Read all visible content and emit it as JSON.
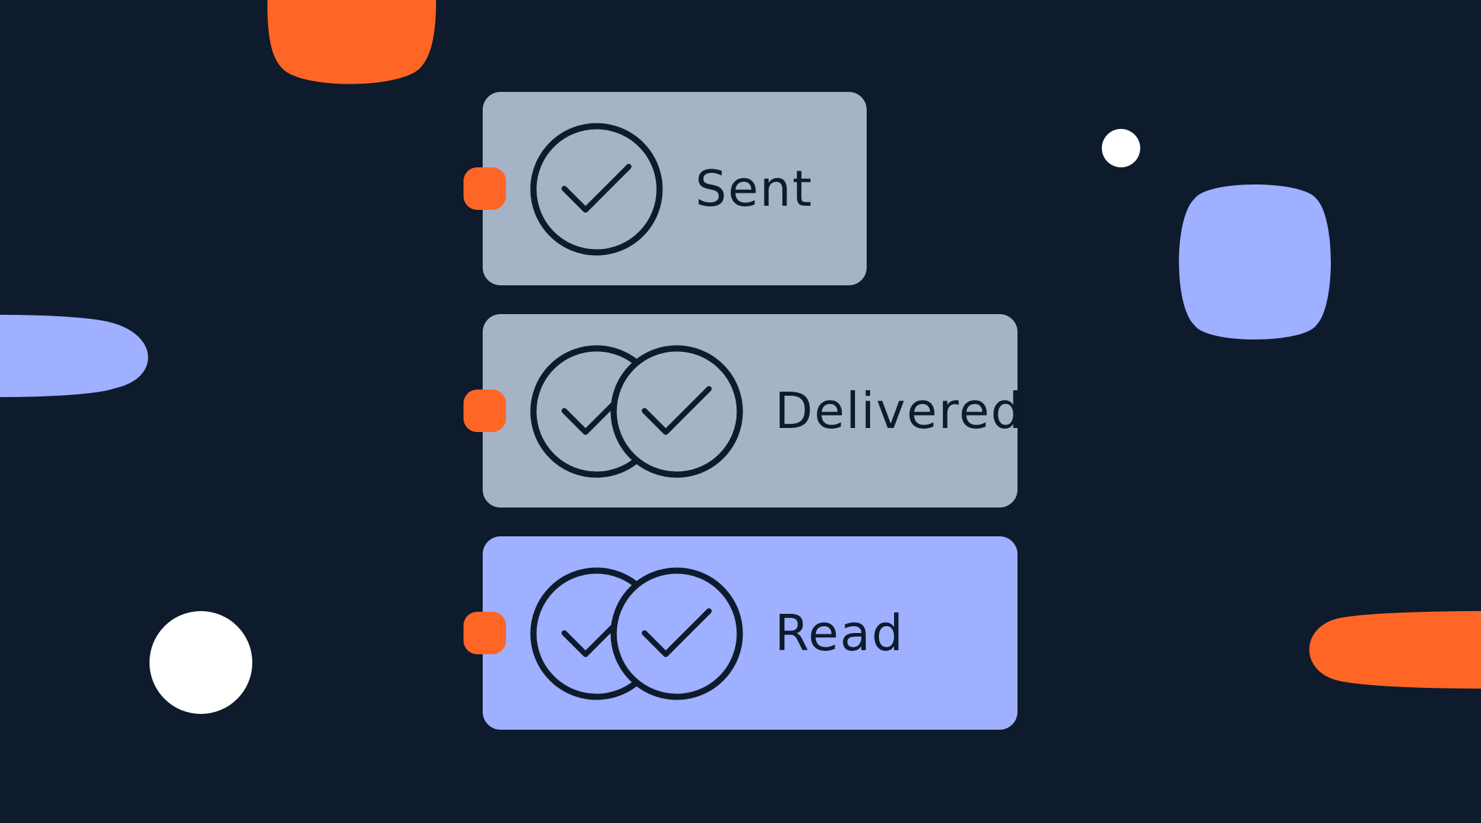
{
  "colors": {
    "background": "#0d1b2c",
    "accent_orange": "#ff6525",
    "accent_blue": "#9eb0ff",
    "card_gray": "#a6b3c7",
    "ink": "#0d1b2c",
    "white": "#ffffff"
  },
  "statuses": [
    {
      "label": "Sent",
      "icon": "single-check-circle-icon"
    },
    {
      "label": "Delivered",
      "icon": "double-check-circle-icon"
    },
    {
      "label": "Read",
      "icon": "double-check-circle-icon"
    }
  ]
}
